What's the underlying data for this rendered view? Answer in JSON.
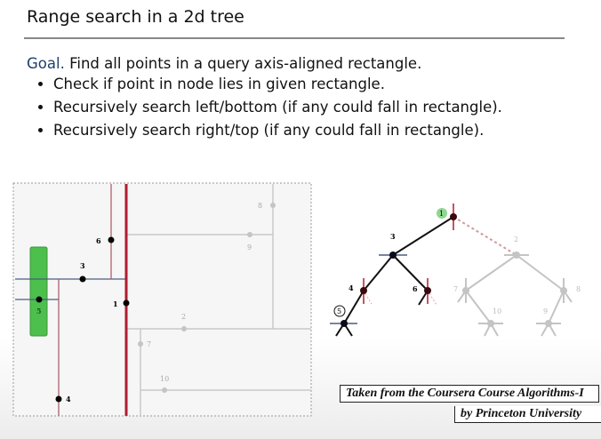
{
  "title": "Range search in a 2d tree",
  "goal": {
    "label": "Goal.",
    "text": " Find all points in a query axis-aligned rectangle."
  },
  "bullets": [
    "Check if point in node lies in given rectangle.",
    "Recursively search left/bottom (if any could fall in rectangle).",
    "Recursively search right/top (if any could fall in rectangle)."
  ],
  "points": {
    "p1": "1",
    "p2": "2",
    "p3": "3",
    "p4": "4",
    "p5": "5",
    "p6": "6",
    "p7": "7",
    "p8": "8",
    "p9": "9",
    "p10": "10"
  },
  "colors": {
    "split_vertical": "#b01c2e",
    "split_horizontal": "#4a5d80",
    "query_rect": "#4cbf4c",
    "inactive": "#c4c4c4",
    "goal": "#1f3f6e"
  },
  "caption": {
    "line1": "Taken from the Coursera Course Algorithms-I",
    "line2": "by Princeton University"
  }
}
